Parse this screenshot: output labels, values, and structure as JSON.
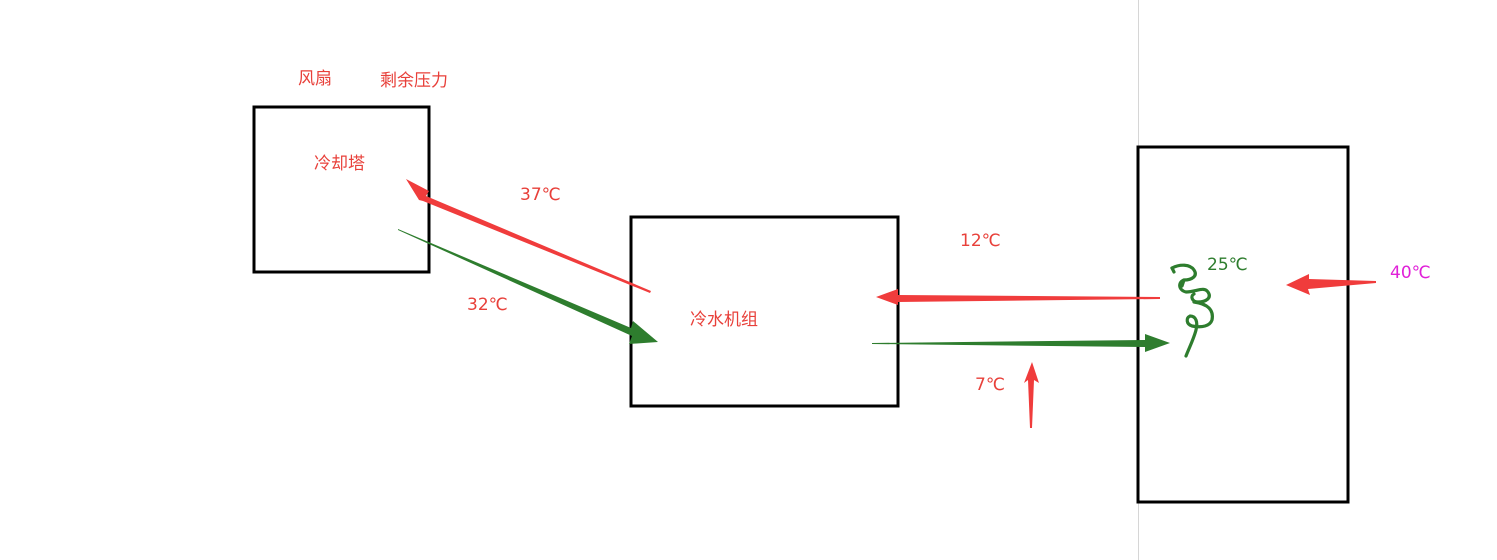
{
  "labels": {
    "fan": "风扇",
    "residual_pressure": "剩余压力",
    "cooling_tower": "冷却塔",
    "chiller": "冷水机组",
    "temp_37": "37℃",
    "temp_32": "32℃",
    "temp_12": "12℃",
    "temp_7": "7℃",
    "temp_25": "25℃",
    "temp_40": "40℃"
  },
  "colors": {
    "hot_flow": "#f03c3c",
    "cold_flow": "#2e7d2e",
    "box_stroke": "#000000",
    "divider": "#d6d6d6",
    "outdoor_temp": "#e020d8"
  },
  "icons": {
    "coil": "heat-exchanger-coil-icon"
  }
}
